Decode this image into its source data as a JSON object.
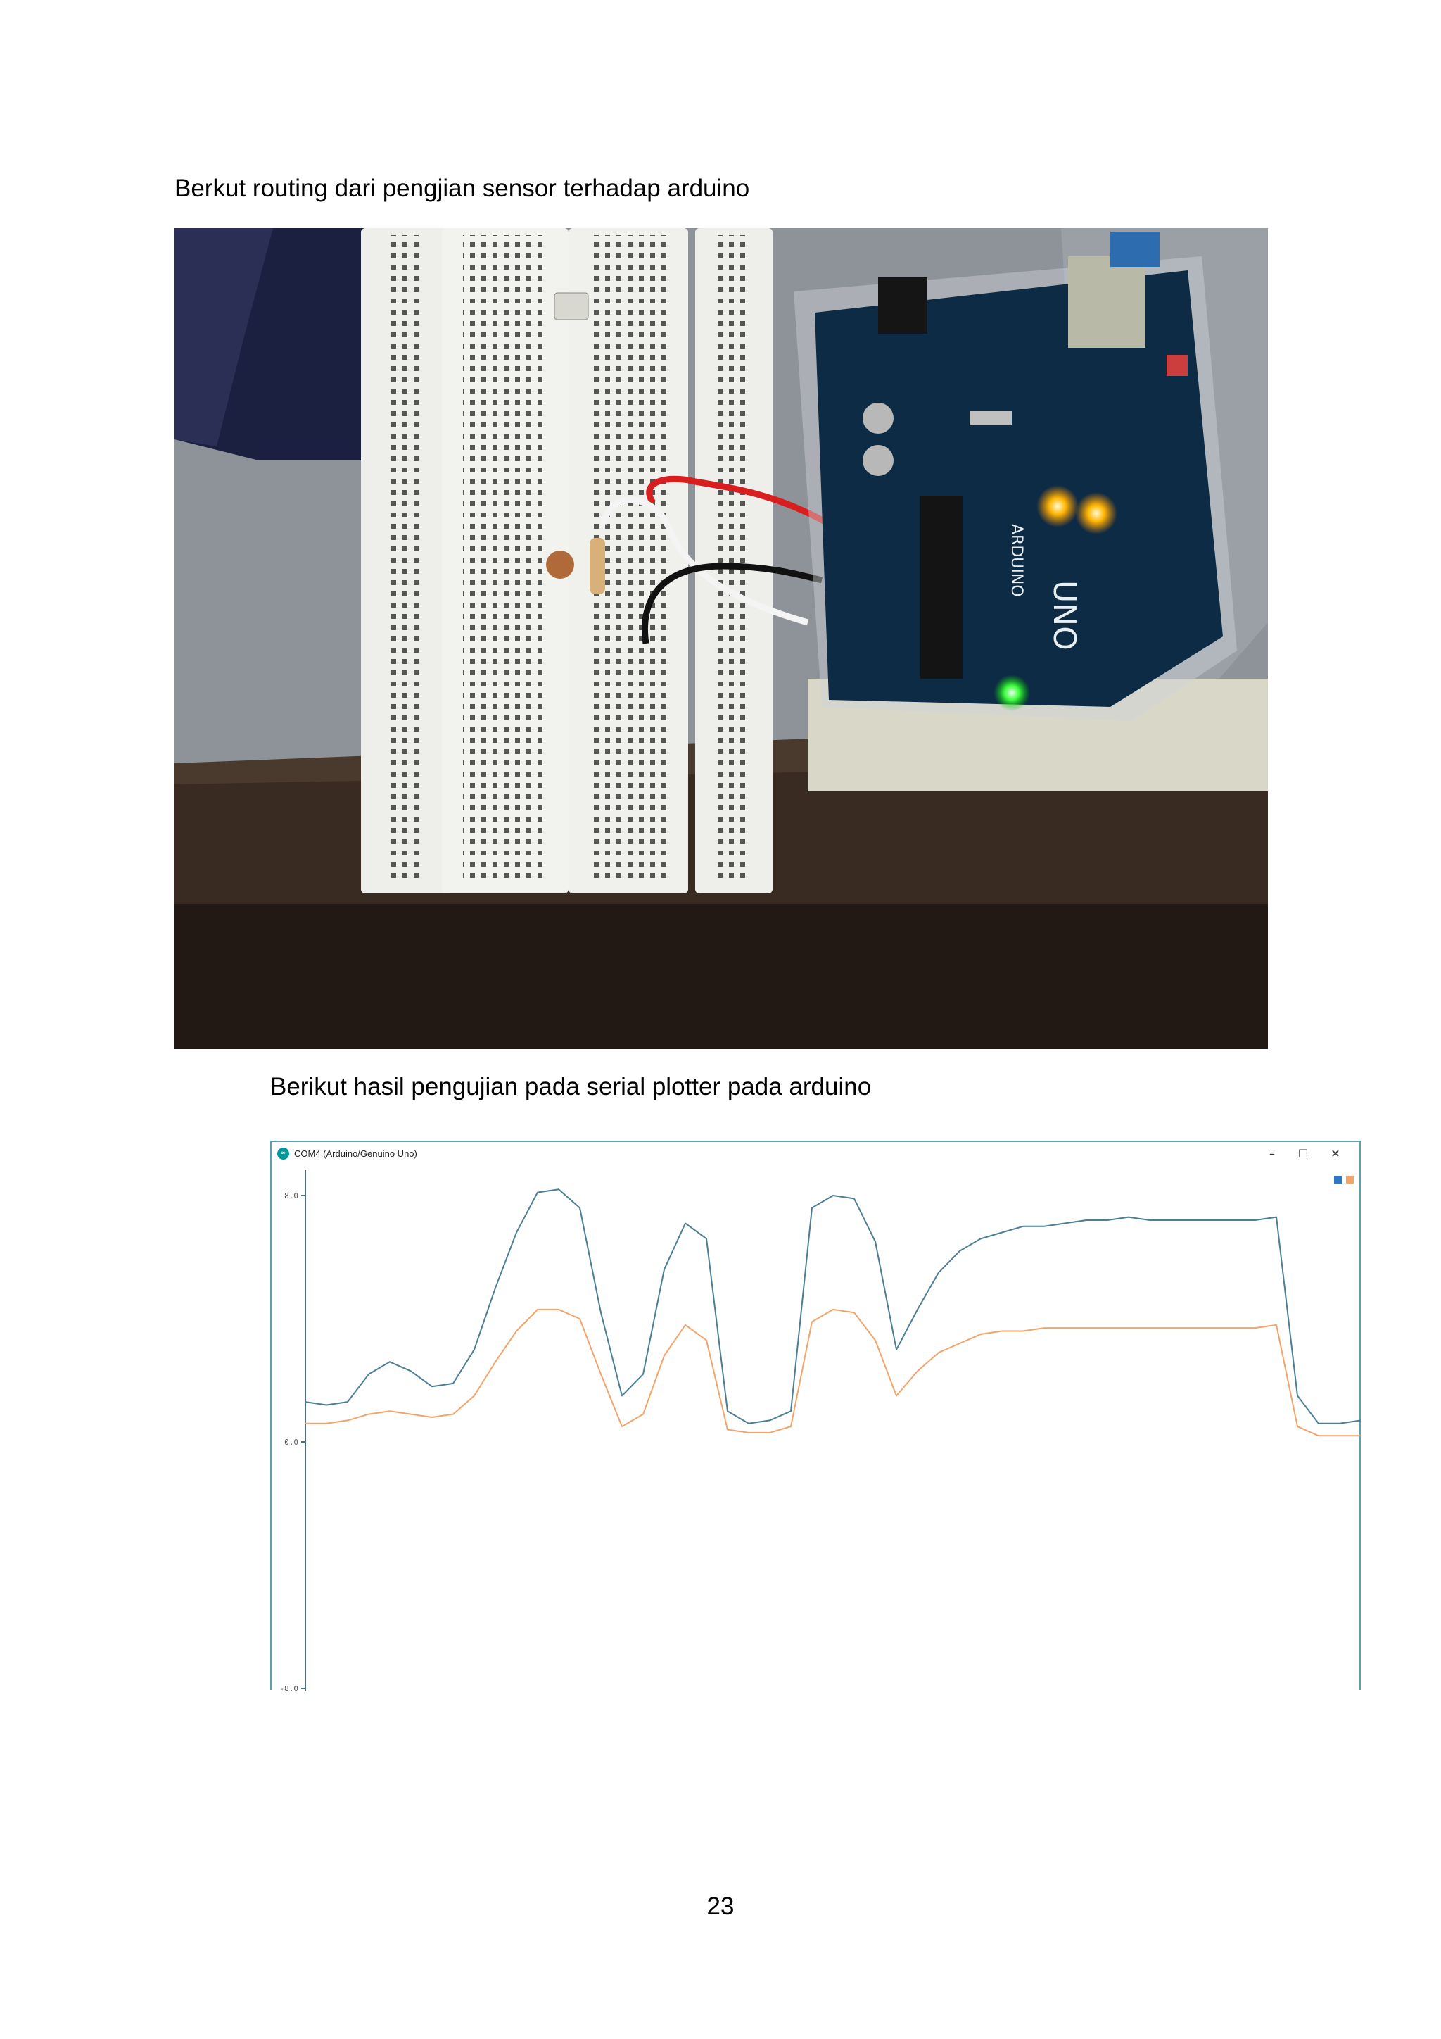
{
  "document": {
    "caption_routing": "Berkut routing dari pengjian sensor terhadap arduino",
    "caption_plotter": "Berikut hasil pengujian pada serial plotter pada arduino",
    "page_number": "23"
  },
  "plotter_window": {
    "title": "COM4 (Arduino/Genuino Uno)",
    "minimize_glyph": "–",
    "maximize_glyph": "☐",
    "close_glyph": "✕",
    "icon_text": "∞",
    "accent_color": "#5aa0b0"
  },
  "chart_data": {
    "type": "line",
    "title": "",
    "xlabel": "",
    "ylabel": "",
    "ytick_labels": [
      "8.0",
      "0.0",
      "-8.0"
    ],
    "ylim": [
      -8,
      8
    ],
    "x": [
      0,
      10,
      20,
      30,
      40,
      50,
      60,
      70,
      80,
      90,
      100,
      110,
      120,
      130,
      140,
      150,
      160,
      170,
      180,
      190,
      200,
      210,
      220,
      230,
      240,
      250,
      260,
      270,
      280,
      290,
      300,
      310,
      320,
      330,
      340,
      350,
      360,
      370,
      380,
      390,
      400,
      410,
      420,
      430,
      440,
      450,
      460,
      470,
      480,
      490,
      500
    ],
    "series": [
      {
        "color": "#4c7e96",
        "values": [
          1.3,
          1.2,
          1.3,
          2.2,
          2.6,
          2.3,
          1.8,
          1.9,
          3.0,
          5.0,
          6.8,
          8.1,
          8.2,
          7.6,
          4.2,
          1.5,
          2.2,
          5.6,
          7.1,
          6.6,
          1.0,
          0.6,
          0.7,
          1.0,
          7.6,
          8.0,
          7.9,
          6.5,
          3.0,
          4.3,
          5.5,
          6.2,
          6.6,
          6.8,
          7.0,
          7.0,
          7.1,
          7.2,
          7.2,
          7.3,
          7.2,
          7.2,
          7.2,
          7.2,
          7.2,
          7.2,
          7.3,
          1.5,
          0.6,
          0.6,
          0.7
        ]
      },
      {
        "color": "#f2a46a",
        "values": [
          0.6,
          0.6,
          0.7,
          0.9,
          1.0,
          0.9,
          0.8,
          0.9,
          1.5,
          2.6,
          3.6,
          4.3,
          4.3,
          4.0,
          2.2,
          0.5,
          0.9,
          2.8,
          3.8,
          3.3,
          0.4,
          0.3,
          0.3,
          0.5,
          3.9,
          4.3,
          4.2,
          3.3,
          1.5,
          2.3,
          2.9,
          3.2,
          3.5,
          3.6,
          3.6,
          3.7,
          3.7,
          3.7,
          3.7,
          3.7,
          3.7,
          3.7,
          3.7,
          3.7,
          3.7,
          3.7,
          3.8,
          0.5,
          0.2,
          0.2,
          0.2
        ]
      }
    ],
    "legend_colors": [
      "#2f76c4",
      "#f2a46a"
    ]
  }
}
